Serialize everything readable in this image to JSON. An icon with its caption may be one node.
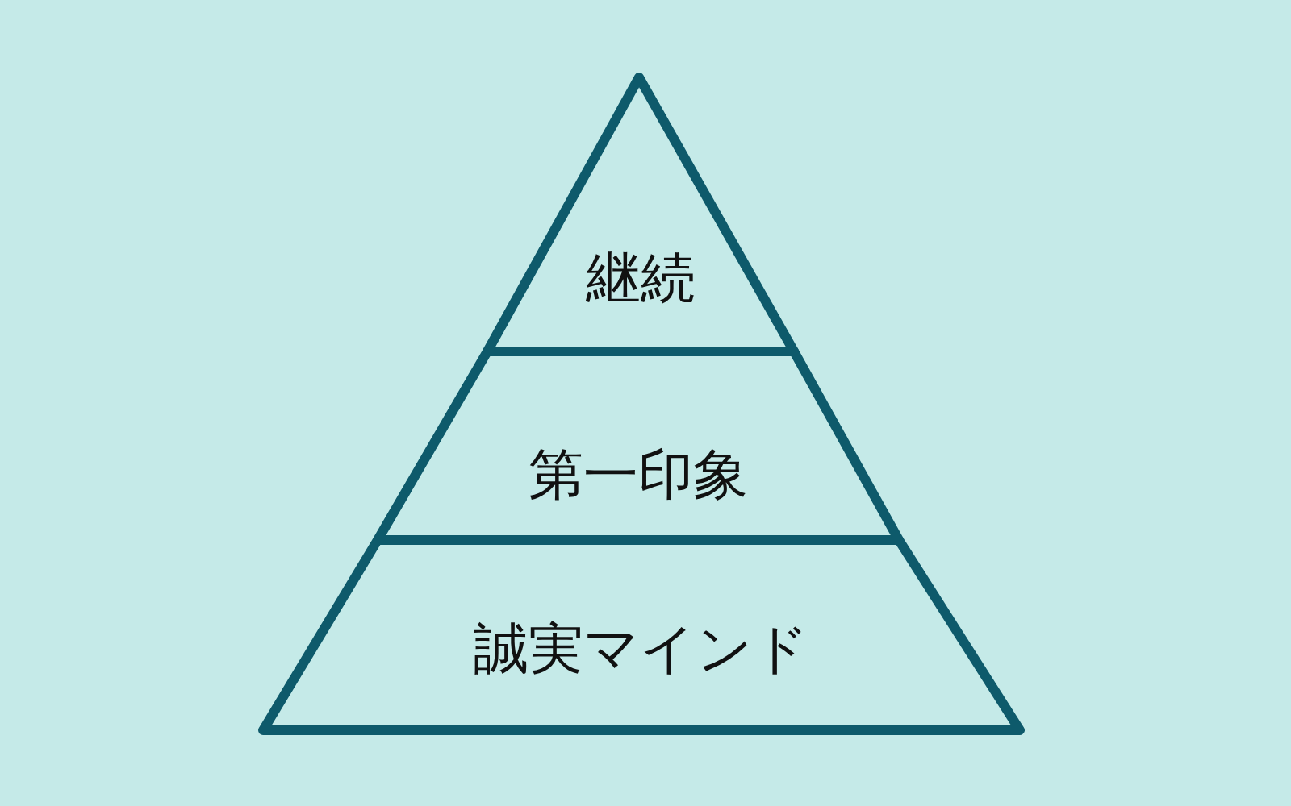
{
  "diagram": {
    "nodes": [
      {
        "text": [
          "継続"
        ]
      },
      {
        "text": [
          "第一印象"
        ]
      },
      {
        "text": [
          "誠実マインド"
        ]
      }
    ]
  }
}
